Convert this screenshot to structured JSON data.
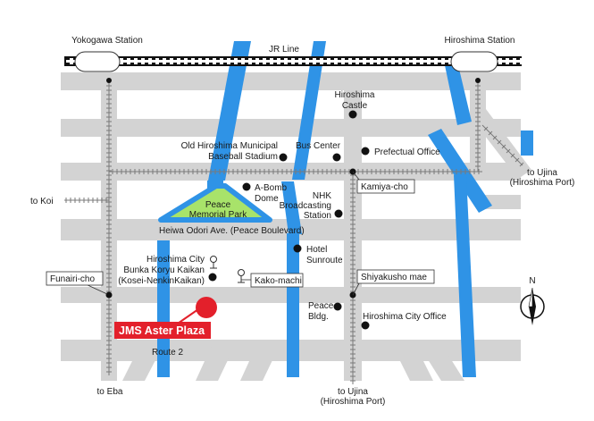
{
  "colors": {
    "road": "#d3d3d3",
    "river": "#2f93e6",
    "park": "#a8e36a",
    "accent_red": "#e3202b",
    "rail_black": "#111111"
  },
  "stations": {
    "yokogawa": "Yokogawa Station",
    "jr_line": "JR Line",
    "hiroshima": "Hiroshima Station"
  },
  "landmarks": {
    "hiroshima_castle": [
      "Hiroshima",
      "Castle"
    ],
    "old_stadium": [
      "Old Hiroshima Municipal",
      "Baseball Stadium"
    ],
    "bus_center": "Bus Center",
    "prefectual_office": "Prefectual Office",
    "a_bomb_dome": [
      "A-Bomb",
      "Dome"
    ],
    "nhk": [
      "NHK",
      "Broadcasting",
      "Station"
    ],
    "peace_park": [
      "Peace",
      "Memorial Park"
    ],
    "hotel_sunroute": [
      "Hotel",
      "Sunroute"
    ],
    "bunka_koryu": [
      "Hiroshima City",
      "Bunka Koryu Kaikan",
      "(Kosei-NenkinKaikan)"
    ],
    "peace_bldg": [
      "Peace",
      "Bldg."
    ],
    "city_office": "Hiroshima City Office"
  },
  "roads": {
    "peace_boulevard": "Heiwa Odori Ave.  (Peace Boulevard)",
    "route2": "Route 2"
  },
  "tram_stops": {
    "kamiya_cho": "Kamiya-cho",
    "funairi_cho": "Funairi-cho",
    "kako_machi": "Kako-machi",
    "shiyakusho_mae": "Shiyakusho mae"
  },
  "directions": {
    "to_koi": "to Koi",
    "to_ujina_east": [
      "to Ujina",
      "(Hiroshima Port)"
    ],
    "to_eba": "to Eba",
    "to_ujina_south": [
      "to Ujina",
      "(Hiroshima Port)"
    ]
  },
  "venue": "JMS Aster Plaza",
  "compass_north": "N"
}
